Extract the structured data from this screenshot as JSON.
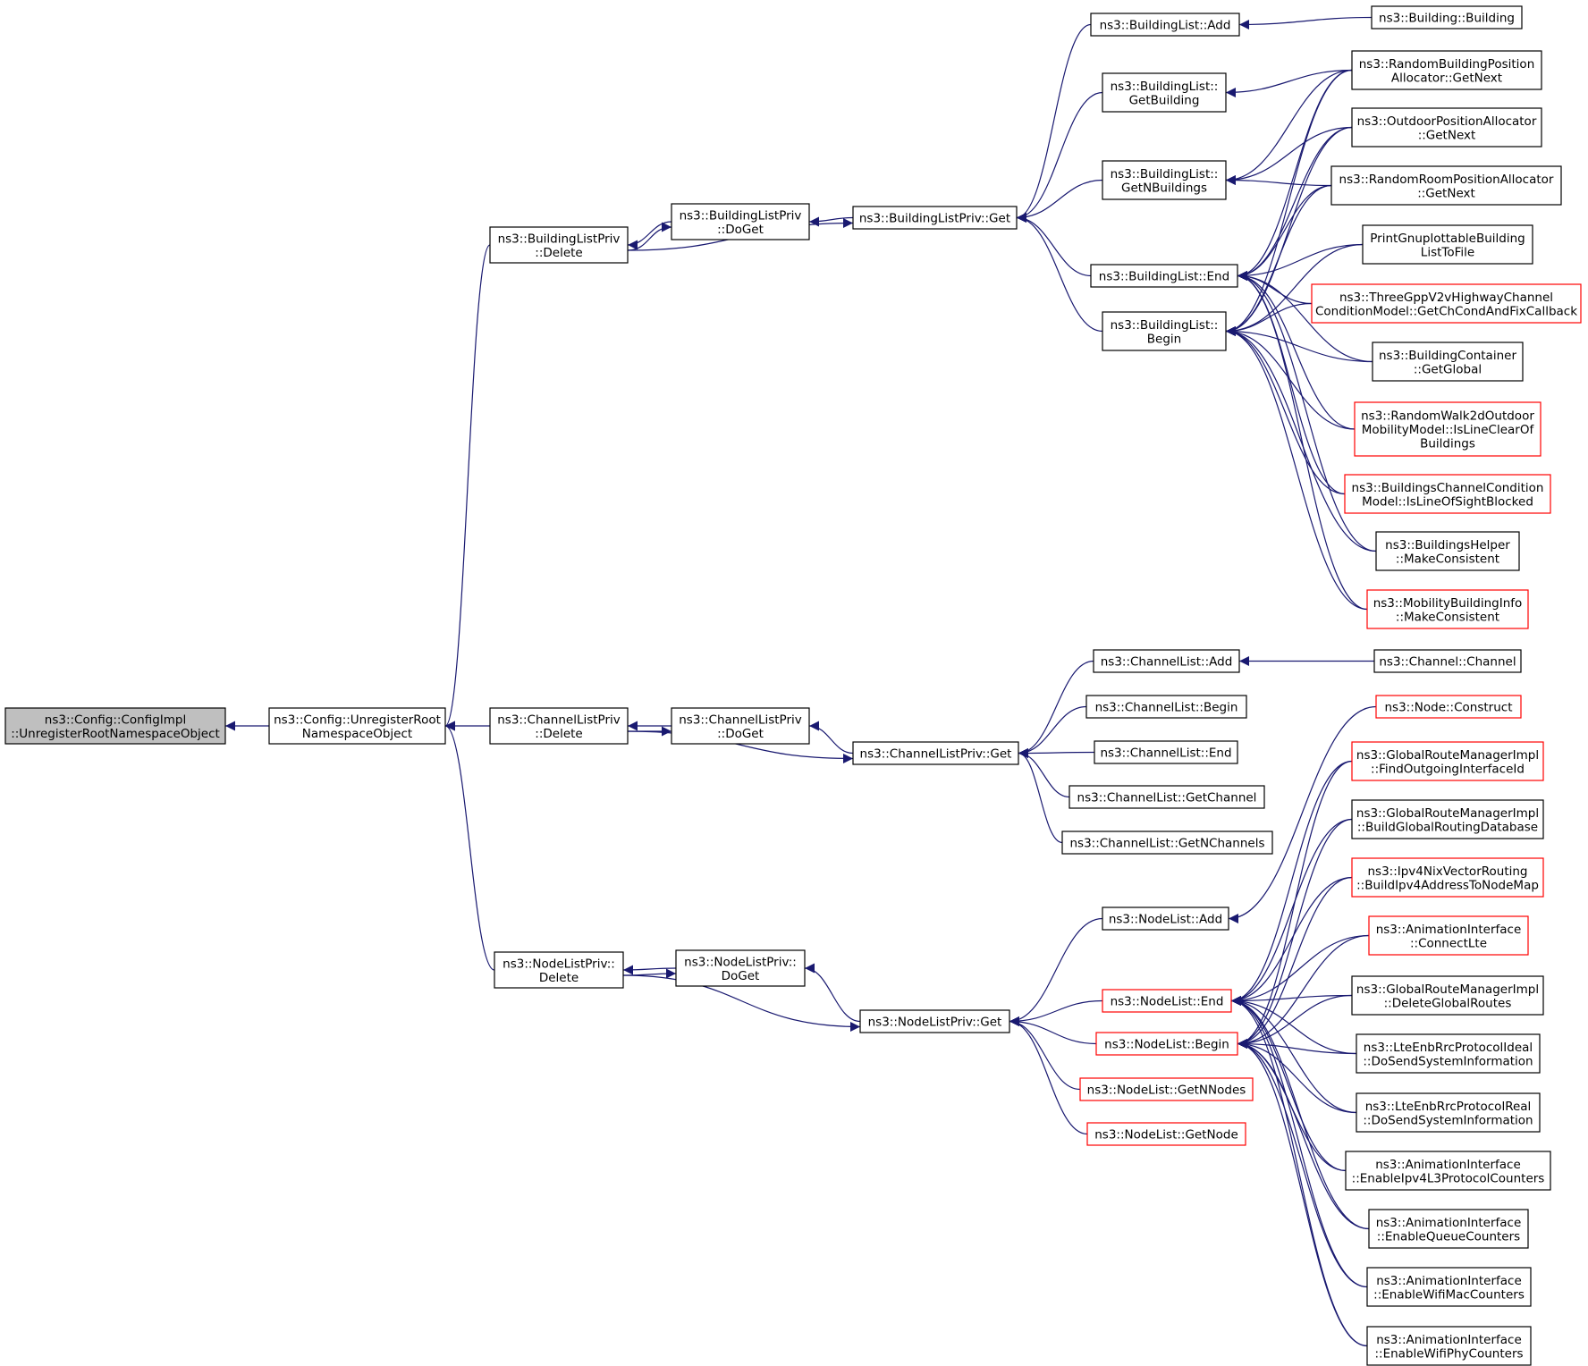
{
  "colors": {
    "edge": "#191970",
    "node_border": "#000000",
    "node_border_truncated": "#ff0000",
    "root_fill": "#bfbfbf",
    "node_fill": "#ffffff"
  },
  "nodes": [
    {
      "id": "root",
      "lines": [
        "ns3::Config::ConfigImpl",
        "::UnregisterRootNamespaceObject"
      ],
      "style": "root"
    },
    {
      "id": "unreg",
      "lines": [
        "ns3::Config::UnregisterRoot",
        "NamespaceObject"
      ],
      "style": "normal"
    },
    {
      "id": "blpDelete",
      "lines": [
        "ns3::BuildingListPriv",
        "::Delete"
      ],
      "style": "normal"
    },
    {
      "id": "clpDelete",
      "lines": [
        "ns3::ChannelListPriv",
        "::Delete"
      ],
      "style": "normal"
    },
    {
      "id": "nlpDelete",
      "lines": [
        "ns3::NodeListPriv::",
        "Delete"
      ],
      "style": "normal"
    },
    {
      "id": "blpDoGet",
      "lines": [
        "ns3::BuildingListPriv",
        "::DoGet"
      ],
      "style": "normal"
    },
    {
      "id": "clpDoGet",
      "lines": [
        "ns3::ChannelListPriv",
        "::DoGet"
      ],
      "style": "normal"
    },
    {
      "id": "nlpDoGet",
      "lines": [
        "ns3::NodeListPriv::",
        "DoGet"
      ],
      "style": "normal"
    },
    {
      "id": "blpGet",
      "lines": [
        "ns3::BuildingListPriv::Get"
      ],
      "style": "normal"
    },
    {
      "id": "clpGet",
      "lines": [
        "ns3::ChannelListPriv::Get"
      ],
      "style": "normal"
    },
    {
      "id": "nlpGet",
      "lines": [
        "ns3::NodeListPriv::Get"
      ],
      "style": "normal"
    },
    {
      "id": "blAdd",
      "lines": [
        "ns3::BuildingList::Add"
      ],
      "style": "normal"
    },
    {
      "id": "blGetBuilding",
      "lines": [
        "ns3::BuildingList::",
        "GetBuilding"
      ],
      "style": "normal"
    },
    {
      "id": "blGetN",
      "lines": [
        "ns3::BuildingList::",
        "GetNBuildings"
      ],
      "style": "normal"
    },
    {
      "id": "blEnd",
      "lines": [
        "ns3::BuildingList::End"
      ],
      "style": "normal"
    },
    {
      "id": "blBegin",
      "lines": [
        "ns3::BuildingList::",
        "Begin"
      ],
      "style": "normal"
    },
    {
      "id": "building",
      "lines": [
        "ns3::Building::Building"
      ],
      "style": "normal"
    },
    {
      "id": "rbpa",
      "lines": [
        "ns3::RandomBuildingPosition",
        "Allocator::GetNext"
      ],
      "style": "normal"
    },
    {
      "id": "opa",
      "lines": [
        "ns3::OutdoorPositionAllocator",
        "::GetNext"
      ],
      "style": "normal"
    },
    {
      "id": "rrpa",
      "lines": [
        "ns3::RandomRoomPositionAllocator",
        "::GetNext"
      ],
      "style": "normal"
    },
    {
      "id": "pgb",
      "lines": [
        "PrintGnuplottableBuilding",
        "ListToFile"
      ],
      "style": "normal"
    },
    {
      "id": "tgpp",
      "lines": [
        "ns3::ThreeGppV2vHighwayChannel",
        "ConditionModel::GetChCondAndFixCallback"
      ],
      "style": "truncated"
    },
    {
      "id": "bcGlobal",
      "lines": [
        "ns3::BuildingContainer",
        "::GetGlobal"
      ],
      "style": "normal"
    },
    {
      "id": "rw2d",
      "lines": [
        "ns3::RandomWalk2dOutdoor",
        "MobilityModel::IsLineClearOf",
        "Buildings"
      ],
      "style": "truncated"
    },
    {
      "id": "bccm",
      "lines": [
        "ns3::BuildingsChannelCondition",
        "Model::IsLineOfSightBlocked"
      ],
      "style": "truncated"
    },
    {
      "id": "bhmc",
      "lines": [
        "ns3::BuildingsHelper",
        "::MakeConsistent"
      ],
      "style": "normal"
    },
    {
      "id": "mbimc",
      "lines": [
        "ns3::MobilityBuildingInfo",
        "::MakeConsistent"
      ],
      "style": "truncated"
    },
    {
      "id": "clAdd",
      "lines": [
        "ns3::ChannelList::Add"
      ],
      "style": "normal"
    },
    {
      "id": "clBegin",
      "lines": [
        "ns3::ChannelList::Begin"
      ],
      "style": "normal"
    },
    {
      "id": "clEnd",
      "lines": [
        "ns3::ChannelList::End"
      ],
      "style": "normal"
    },
    {
      "id": "clGetChannel",
      "lines": [
        "ns3::ChannelList::GetChannel"
      ],
      "style": "normal"
    },
    {
      "id": "clGetN",
      "lines": [
        "ns3::ChannelList::GetNChannels"
      ],
      "style": "normal"
    },
    {
      "id": "channel",
      "lines": [
        "ns3::Channel::Channel"
      ],
      "style": "normal"
    },
    {
      "id": "nlAdd",
      "lines": [
        "ns3::NodeList::Add"
      ],
      "style": "normal"
    },
    {
      "id": "nlEnd",
      "lines": [
        "ns3::NodeList::End"
      ],
      "style": "truncated"
    },
    {
      "id": "nlBegin",
      "lines": [
        "ns3::NodeList::Begin"
      ],
      "style": "truncated"
    },
    {
      "id": "nlGetN",
      "lines": [
        "ns3::NodeList::GetNNodes"
      ],
      "style": "truncated"
    },
    {
      "id": "nlGetNode",
      "lines": [
        "ns3::NodeList::GetNode"
      ],
      "style": "truncated"
    },
    {
      "id": "nodeConstruct",
      "lines": [
        "ns3::Node::Construct"
      ],
      "style": "truncated"
    },
    {
      "id": "grmFind",
      "lines": [
        "ns3::GlobalRouteManagerImpl",
        "::FindOutgoingInterfaceId"
      ],
      "style": "truncated"
    },
    {
      "id": "grmBuild",
      "lines": [
        "ns3::GlobalRouteManagerImpl",
        "::BuildGlobalRoutingDatabase"
      ],
      "style": "normal"
    },
    {
      "id": "ipv4nix",
      "lines": [
        "ns3::Ipv4NixVectorRouting",
        "::BuildIpv4AddressToNodeMap"
      ],
      "style": "truncated"
    },
    {
      "id": "aiLte",
      "lines": [
        "ns3::AnimationInterface",
        "::ConnectLte"
      ],
      "style": "truncated"
    },
    {
      "id": "grmDelete",
      "lines": [
        "ns3::GlobalRouteManagerImpl",
        "::DeleteGlobalRoutes"
      ],
      "style": "normal"
    },
    {
      "id": "lteIdeal",
      "lines": [
        "ns3::LteEnbRrcProtocolIdeal",
        "::DoSendSystemInformation"
      ],
      "style": "normal"
    },
    {
      "id": "lteReal",
      "lines": [
        "ns3::LteEnbRrcProtocolReal",
        "::DoSendSystemInformation"
      ],
      "style": "normal"
    },
    {
      "id": "aiIpv4",
      "lines": [
        "ns3::AnimationInterface",
        "::EnableIpv4L3ProtocolCounters"
      ],
      "style": "normal"
    },
    {
      "id": "aiQueue",
      "lines": [
        "ns3::AnimationInterface",
        "::EnableQueueCounters"
      ],
      "style": "normal"
    },
    {
      "id": "aiWifiMac",
      "lines": [
        "ns3::AnimationInterface",
        "::EnableWifiMacCounters"
      ],
      "style": "normal"
    },
    {
      "id": "aiWifiPhy",
      "lines": [
        "ns3::AnimationInterface",
        "::EnableWifiPhyCounters"
      ],
      "style": "normal"
    }
  ],
  "edges": [
    {
      "from": "unreg",
      "to": "root"
    },
    {
      "from": "blpDelete",
      "to": "unreg"
    },
    {
      "from": "clpDelete",
      "to": "unreg"
    },
    {
      "from": "nlpDelete",
      "to": "unreg"
    },
    {
      "from": "blpDoGet",
      "to": "blpDelete"
    },
    {
      "from": "blpDelete",
      "to": "blpDoGet"
    },
    {
      "from": "blpDelete",
      "to": "blpGet"
    },
    {
      "from": "blpGet",
      "to": "blpDoGet"
    },
    {
      "from": "clpDoGet",
      "to": "clpDelete"
    },
    {
      "from": "clpDelete",
      "to": "clpDoGet"
    },
    {
      "from": "clpDelete",
      "to": "clpGet"
    },
    {
      "from": "clpGet",
      "to": "clpDoGet"
    },
    {
      "from": "nlpDoGet",
      "to": "nlpDelete"
    },
    {
      "from": "nlpDelete",
      "to": "nlpDoGet"
    },
    {
      "from": "nlpDelete",
      "to": "nlpGet"
    },
    {
      "from": "nlpGet",
      "to": "nlpDoGet"
    },
    {
      "from": "blAdd",
      "to": "blpGet"
    },
    {
      "from": "blGetBuilding",
      "to": "blpGet"
    },
    {
      "from": "blGetN",
      "to": "blpGet"
    },
    {
      "from": "blEnd",
      "to": "blpGet"
    },
    {
      "from": "blBegin",
      "to": "blpGet"
    },
    {
      "from": "building",
      "to": "blAdd"
    },
    {
      "from": "rbpa",
      "to": "blGetBuilding"
    },
    {
      "from": "rbpa",
      "to": "blGetN"
    },
    {
      "from": "opa",
      "to": "blGetN"
    },
    {
      "from": "rrpa",
      "to": "blGetN"
    },
    {
      "from": "rbpa",
      "to": "blEnd"
    },
    {
      "from": "opa",
      "to": "blEnd"
    },
    {
      "from": "rrpa",
      "to": "blEnd"
    },
    {
      "from": "pgb",
      "to": "blEnd"
    },
    {
      "from": "tgpp",
      "to": "blEnd"
    },
    {
      "from": "bcGlobal",
      "to": "blEnd"
    },
    {
      "from": "rw2d",
      "to": "blEnd"
    },
    {
      "from": "bccm",
      "to": "blEnd"
    },
    {
      "from": "bhmc",
      "to": "blEnd"
    },
    {
      "from": "mbimc",
      "to": "blEnd"
    },
    {
      "from": "rbpa",
      "to": "blBegin"
    },
    {
      "from": "opa",
      "to": "blBegin"
    },
    {
      "from": "rrpa",
      "to": "blBegin"
    },
    {
      "from": "pgb",
      "to": "blBegin"
    },
    {
      "from": "tgpp",
      "to": "blBegin"
    },
    {
      "from": "bcGlobal",
      "to": "blBegin"
    },
    {
      "from": "rw2d",
      "to": "blBegin"
    },
    {
      "from": "bccm",
      "to": "blBegin"
    },
    {
      "from": "bhmc",
      "to": "blBegin"
    },
    {
      "from": "mbimc",
      "to": "blBegin"
    },
    {
      "from": "clAdd",
      "to": "clpGet"
    },
    {
      "from": "clBegin",
      "to": "clpGet"
    },
    {
      "from": "clEnd",
      "to": "clpGet"
    },
    {
      "from": "clGetChannel",
      "to": "clpGet"
    },
    {
      "from": "clGetN",
      "to": "clpGet"
    },
    {
      "from": "channel",
      "to": "clAdd"
    },
    {
      "from": "nlAdd",
      "to": "nlpGet"
    },
    {
      "from": "nlEnd",
      "to": "nlpGet"
    },
    {
      "from": "nlBegin",
      "to": "nlpGet"
    },
    {
      "from": "nlGetN",
      "to": "nlpGet"
    },
    {
      "from": "nlGetNode",
      "to": "nlpGet"
    },
    {
      "from": "nodeConstruct",
      "to": "nlAdd"
    },
    {
      "from": "grmFind",
      "to": "nlEnd"
    },
    {
      "from": "grmBuild",
      "to": "nlEnd"
    },
    {
      "from": "ipv4nix",
      "to": "nlEnd"
    },
    {
      "from": "aiLte",
      "to": "nlEnd"
    },
    {
      "from": "grmDelete",
      "to": "nlEnd"
    },
    {
      "from": "lteIdeal",
      "to": "nlEnd"
    },
    {
      "from": "lteReal",
      "to": "nlEnd"
    },
    {
      "from": "aiIpv4",
      "to": "nlEnd"
    },
    {
      "from": "aiQueue",
      "to": "nlEnd"
    },
    {
      "from": "aiWifiMac",
      "to": "nlEnd"
    },
    {
      "from": "aiWifiPhy",
      "to": "nlEnd"
    },
    {
      "from": "grmFind",
      "to": "nlBegin"
    },
    {
      "from": "grmBuild",
      "to": "nlBegin"
    },
    {
      "from": "ipv4nix",
      "to": "nlBegin"
    },
    {
      "from": "aiLte",
      "to": "nlBegin"
    },
    {
      "from": "grmDelete",
      "to": "nlBegin"
    },
    {
      "from": "lteIdeal",
      "to": "nlBegin"
    },
    {
      "from": "lteReal",
      "to": "nlBegin"
    },
    {
      "from": "aiIpv4",
      "to": "nlBegin"
    },
    {
      "from": "aiQueue",
      "to": "nlBegin"
    },
    {
      "from": "aiWifiMac",
      "to": "nlBegin"
    },
    {
      "from": "aiWifiPhy",
      "to": "nlBegin"
    }
  ]
}
